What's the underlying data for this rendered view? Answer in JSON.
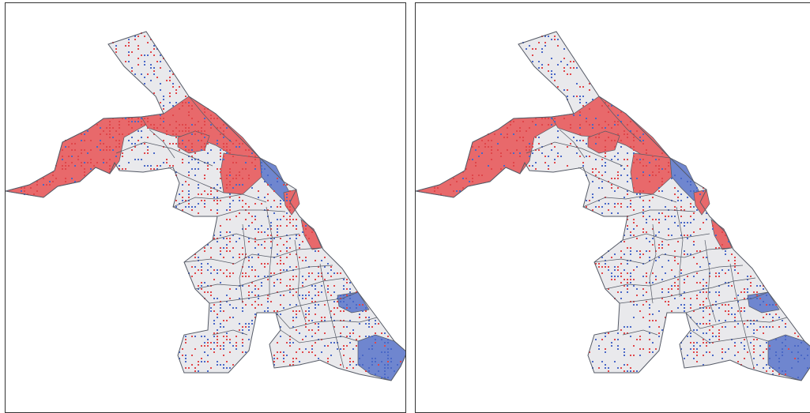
{
  "colors": {
    "background": "#ffffff",
    "frame": "#333333",
    "region_neutral": "#e9e9ec",
    "region_red": "#e8696b",
    "region_blue": "#6f86cf",
    "dot_red": "#e0464a",
    "dot_blue": "#4a68c7",
    "boundary": "#555a66"
  },
  "panels": [
    {
      "id": "left",
      "dot_density": 0.3,
      "blue_share": 0.42,
      "red_regions": [
        "northwest-arm",
        "north-band",
        "north-center",
        "coastal-strip"
      ],
      "blue_regions": [
        "coastal-narrow",
        "east-cove",
        "southeast-tip"
      ]
    },
    {
      "id": "right",
      "dot_density": 0.24,
      "blue_share": 0.5,
      "red_regions": [
        "northwest-arm",
        "north-band",
        "north-center",
        "coastal-strip"
      ],
      "blue_regions": [
        "coastal-narrow",
        "east-cove",
        "southeast-tip"
      ]
    }
  ]
}
